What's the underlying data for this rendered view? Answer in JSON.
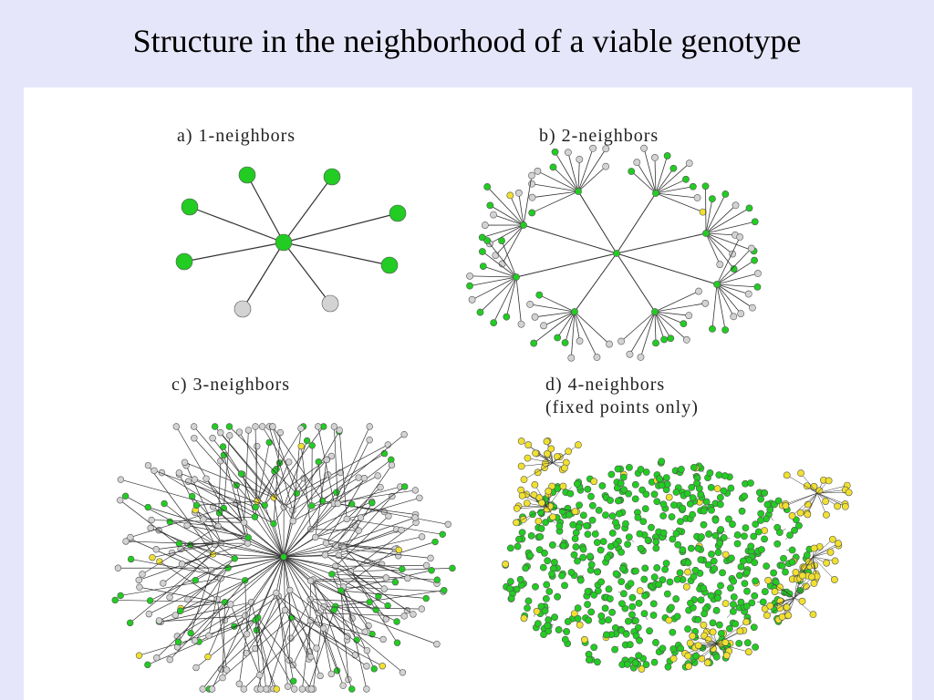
{
  "slide": {
    "title": "Structure in the neighborhood of a viable genotype",
    "background": "#e6e6fa"
  },
  "figure": {
    "panels": [
      {
        "id": "a",
        "label": "a) 1-neighbors"
      },
      {
        "id": "b",
        "label": "b) 2-neighbors"
      },
      {
        "id": "c",
        "label": "c) 3-neighbors"
      },
      {
        "id": "d",
        "label_line1": "d) 4-neighbors",
        "label_line2": "(fixed points only)"
      }
    ],
    "colors": {
      "viable": "#22cc22",
      "inviable": "#d3d3d3",
      "fixed": "#f0e030",
      "edge": "#333333"
    }
  }
}
